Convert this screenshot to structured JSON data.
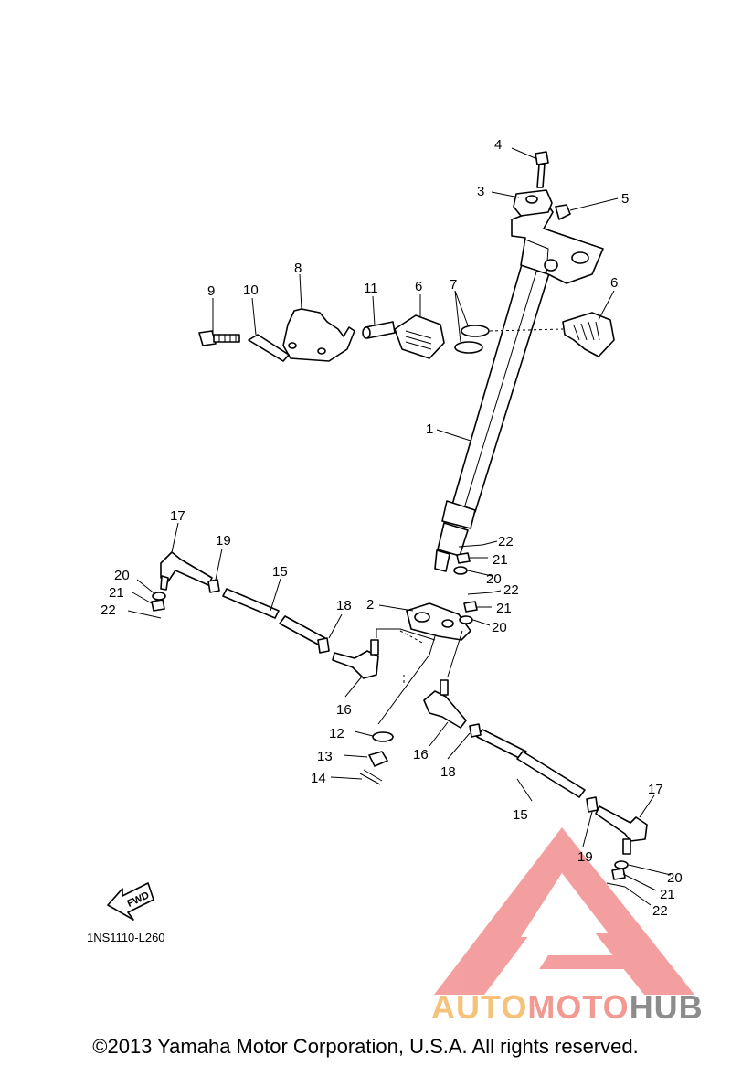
{
  "diagram": {
    "code": "1NS1110-L260",
    "fwd_label": "FWD",
    "copyright": "©2013 Yamaha Motor Corporation, U.S.A. All rights reserved.",
    "callouts": [
      "1",
      "2",
      "3",
      "4",
      "5",
      "6",
      "6",
      "7",
      "8",
      "9",
      "10",
      "11",
      "12",
      "13",
      "14",
      "15",
      "15",
      "16",
      "16",
      "17",
      "17",
      "18",
      "18",
      "19",
      "19",
      "20",
      "20",
      "20",
      "20",
      "21",
      "21",
      "21",
      "21",
      "22",
      "22",
      "22",
      "22"
    ]
  },
  "watermark": {
    "part1": "AUTO",
    "part2": "MOTO",
    "part3": "HUB",
    "colors": {
      "auto": "#f6c27a",
      "moto": "#f29a92",
      "hub": "#8c8c8c",
      "triangle": "#f08080"
    }
  }
}
